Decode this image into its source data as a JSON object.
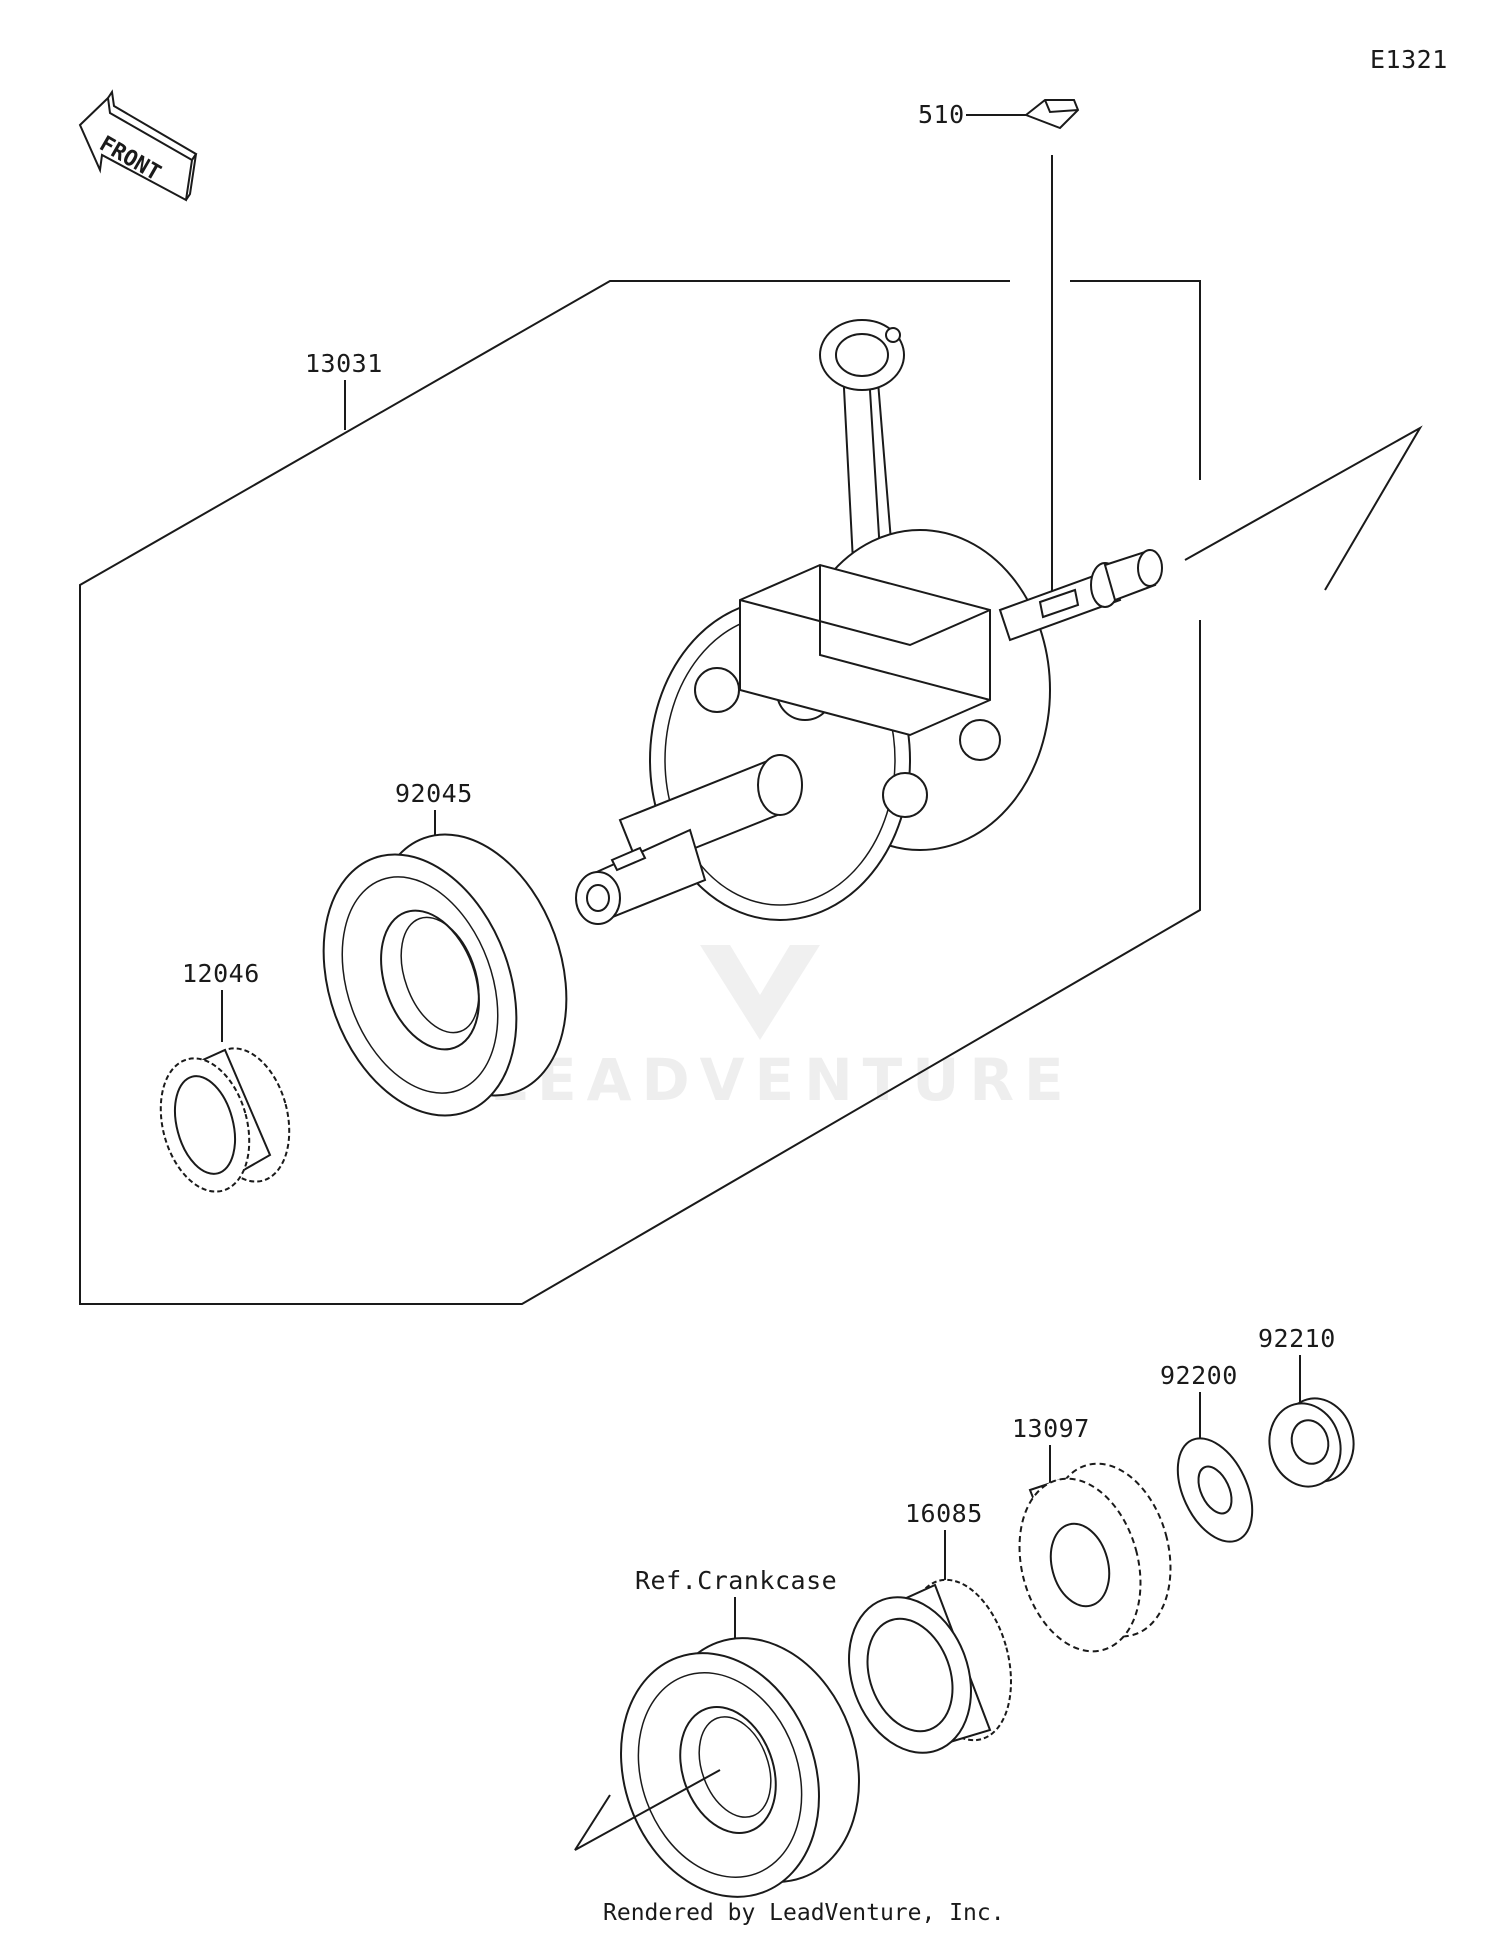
{
  "diagram": {
    "code": "E1321",
    "front_label": "FRONT",
    "watermark": "LEADVENTURE",
    "footer": "Rendered by LeadVenture, Inc.",
    "parts": {
      "key": "510",
      "crankshaft_assembly": "13031",
      "bearing": "92045",
      "gear": "12046",
      "gear_13097": "13097",
      "gear_16085": "16085",
      "washer": "92200",
      "nut": "92210",
      "ref_crankcase": "Ref.Crankcase"
    }
  }
}
